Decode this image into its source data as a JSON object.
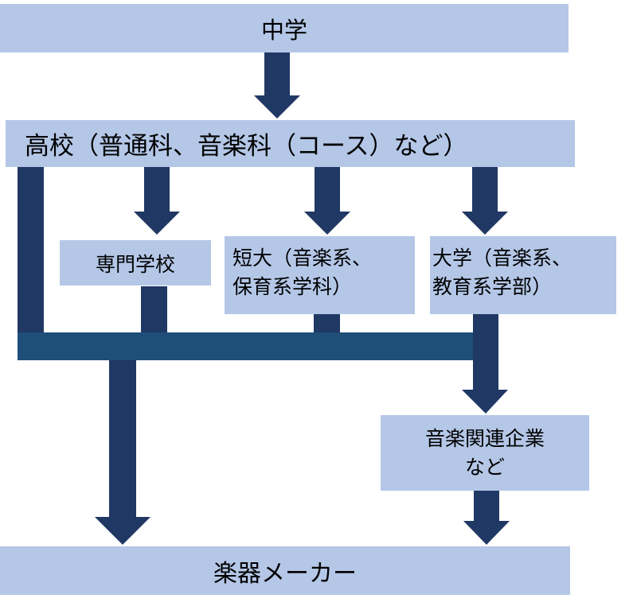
{
  "nodes": {
    "middle_school": "中学",
    "high_school": "高校（普通科、音楽科（コース）など）",
    "vocational_school": "専門学校",
    "junior_college": {
      "line1": "短大（音楽系、",
      "line2": "保育系学科）"
    },
    "university": {
      "line1": "大学（音楽系、",
      "line2": "教育系学部）"
    },
    "music_companies": {
      "line1": "音楽関連企業",
      "line2": "など"
    },
    "instrument_maker": "楽器メーカー"
  },
  "colors": {
    "box_fill": "#b4c7e7",
    "arrow": "#203864",
    "connector": "#1f4e79"
  }
}
